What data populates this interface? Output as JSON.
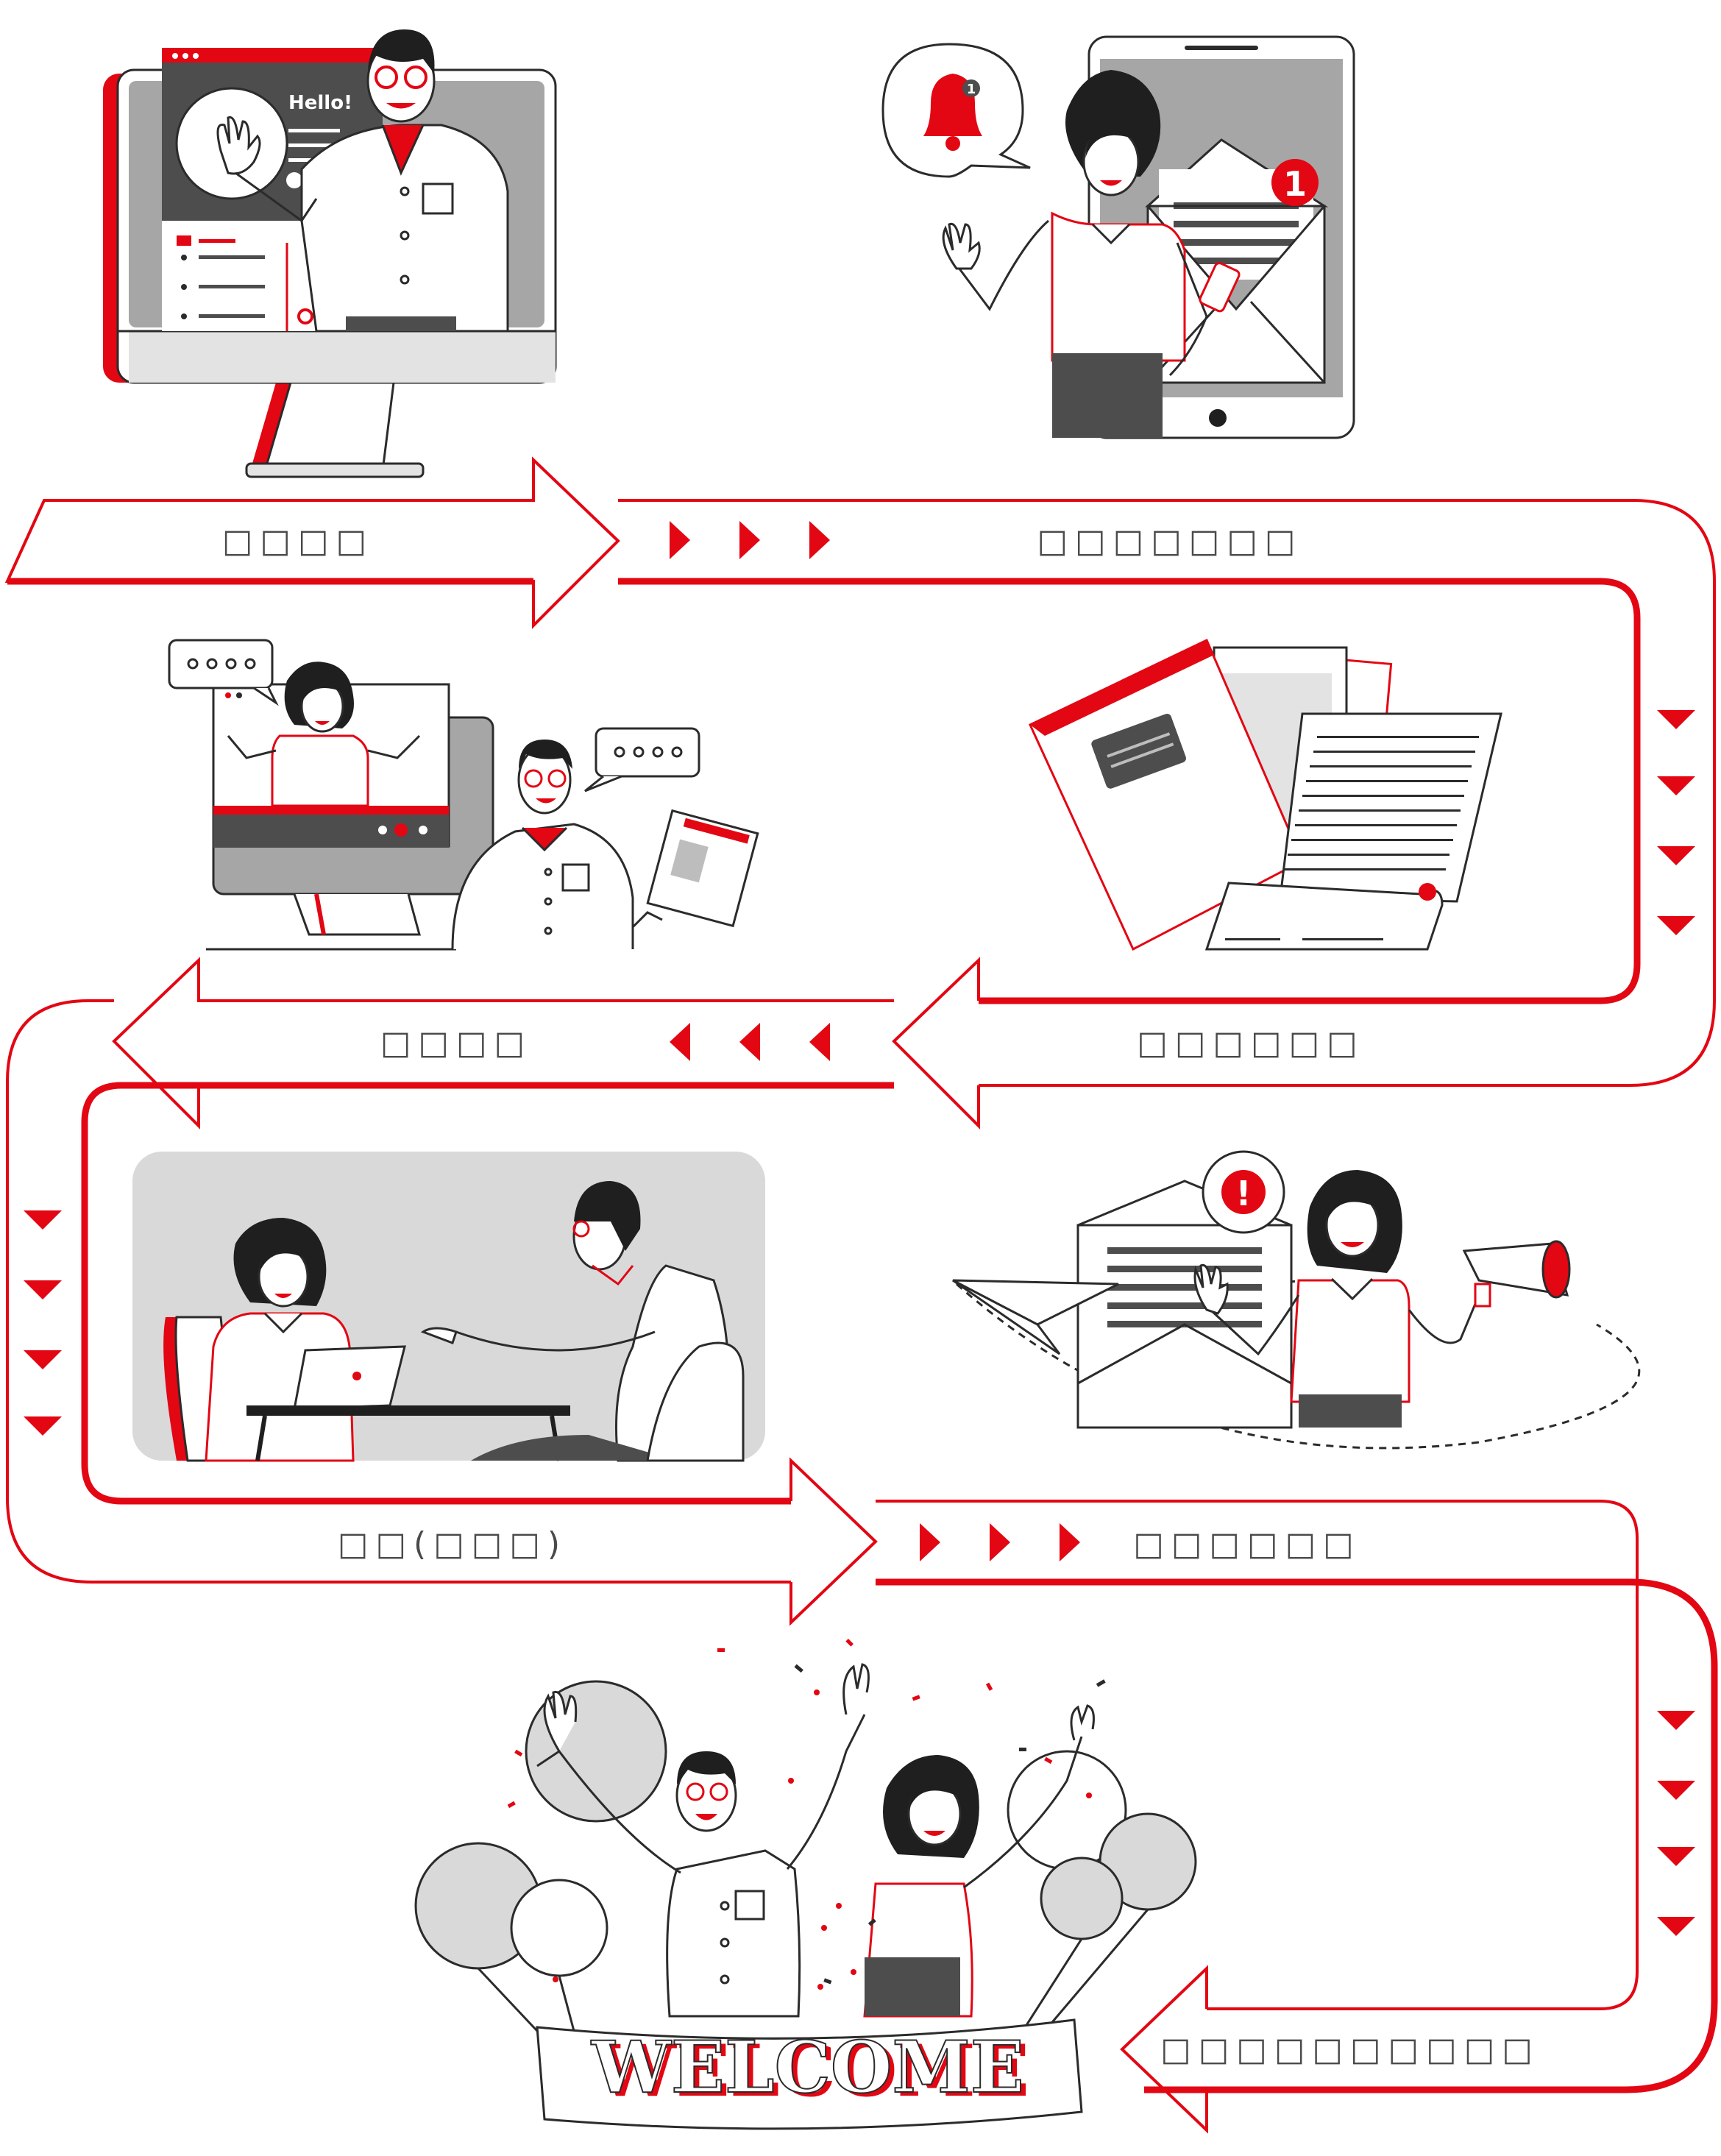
{
  "steps": [
    {
      "label": "□□□□"
    },
    {
      "label": "□□□□□□□"
    },
    {
      "label": "□□□□□□"
    },
    {
      "label": "□□□□"
    },
    {
      "label": "□□(□□□)"
    },
    {
      "label": "□□□□□□"
    },
    {
      "label": "□□□□□□□□□□"
    }
  ],
  "illustrations": {
    "monitor_greeting": "Hello!",
    "notification_count": "1",
    "tablet_badge": "1",
    "alert_symbol": "!",
    "banner": "WELCOME"
  },
  "colors": {
    "accent": "#e30613",
    "dark": "#2b2b2b",
    "grey": "#bdbdbd",
    "light_grey": "#e3e3e3"
  }
}
